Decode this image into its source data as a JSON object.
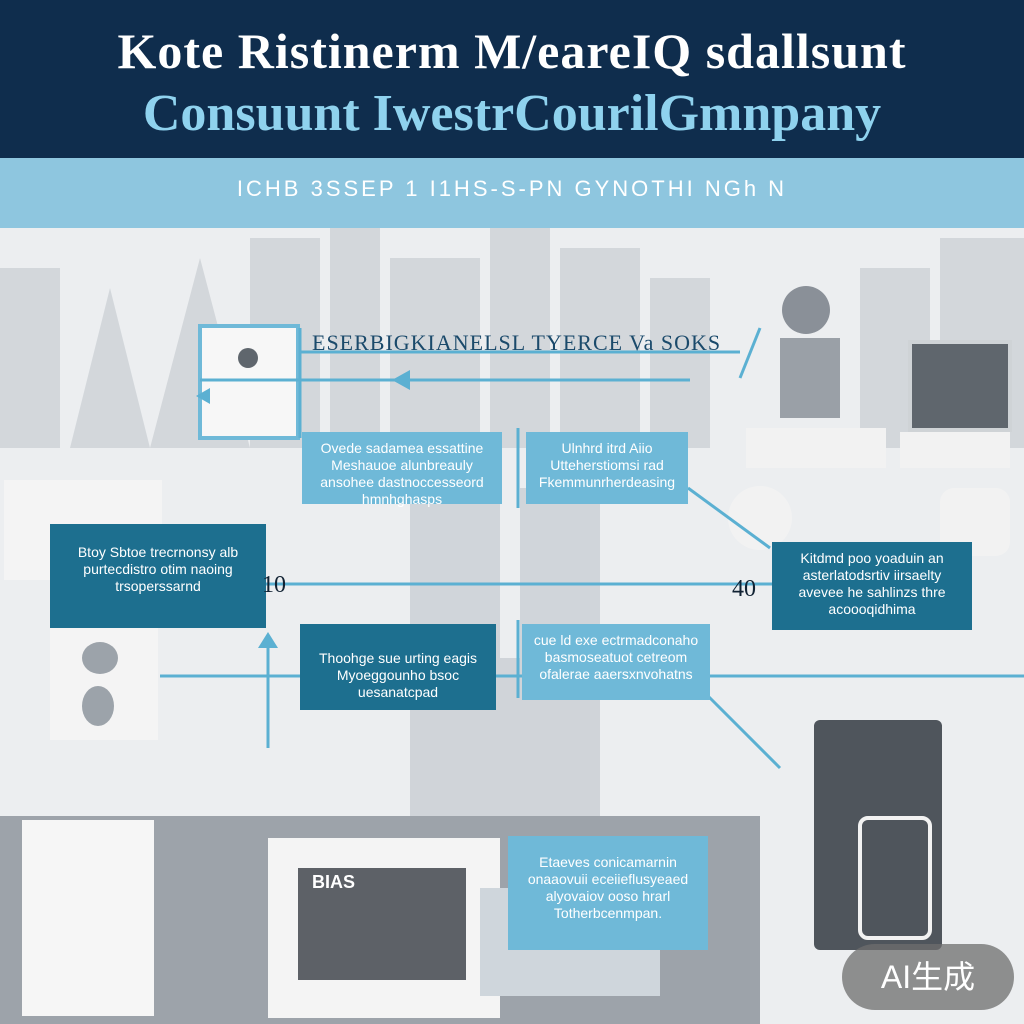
{
  "header": {
    "title_line1": "Kote Ristinerm M/eareIQ sdallsunt",
    "title_line2": "Consuunt IwestrCourilGmnpany"
  },
  "band": {
    "text": "ICHB 3SSEP 1  I1HS-S-PN GYNOTHI NGh N"
  },
  "diagram": {
    "top_label": "ESERBIGKIANELSL   TYERCE   Va SOKS",
    "boxes": [
      {
        "id": "box-top-left",
        "text": "Ovede sadamea essattine Meshauoe alunbreauly ansohee dastnoccesseord hmnhghasps"
      },
      {
        "id": "box-top-right",
        "text": "Ulnhrd itrd Aiio Utteherstiomsi rad Fkemmunrherdeasing"
      },
      {
        "id": "box-left",
        "text": "Btoy Sbtoe trecrnonsy alb purtecdistro otim naoing trsoperssarnd"
      },
      {
        "id": "box-right",
        "text": "Kitdmd poo yoaduin an asterlatodsrtiv iirsaelty avevee he sahlinzs thre acoooqidhima"
      },
      {
        "id": "box-mid-left",
        "text": "Thoohge sue urting eagis Myoeggounho bsoc uesanatcpad"
      },
      {
        "id": "box-mid-right",
        "text": "cue ld exe ectrmadconaho basmoseatuot cetreom ofalerae aaersxnvohatns"
      },
      {
        "id": "box-bottom",
        "text": "Etaeves conicamarnin onaaovuii eceiieflusyeaed alyovaiov ooso hrarl Totherbcenmpan."
      }
    ],
    "numbers": {
      "left": "10",
      "right": "40"
    },
    "screen_label": "BIAS"
  },
  "badge": {
    "text": "AI生成"
  },
  "colors": {
    "navy": "#0f2d4d",
    "sky": "#8ec6df",
    "teal": "#1d6f8f",
    "light_teal": "#6fb9d8"
  }
}
